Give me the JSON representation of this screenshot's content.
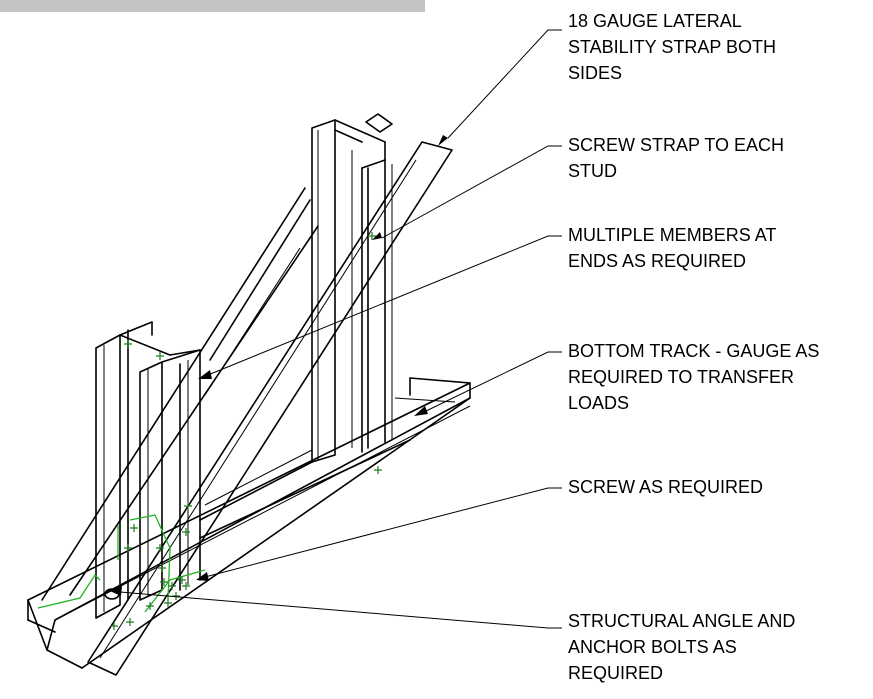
{
  "callouts": [
    {
      "lines": [
        "18 GAUGE LATERAL",
        "STABILITY STRAP BOTH",
        "SIDES"
      ]
    },
    {
      "lines": [
        "SCREW STRAP TO EACH",
        "STUD"
      ]
    },
    {
      "lines": [
        "MULTIPLE MEMBERS AT",
        "ENDS AS REQUIRED"
      ]
    },
    {
      "lines": [
        "BOTTOM TRACK - GAUGE AS",
        "REQUIRED TO TRANSFER",
        "LOADS"
      ]
    },
    {
      "lines": [
        "SCREW AS REQUIRED"
      ]
    },
    {
      "lines": [
        "STRUCTURAL ANGLE AND",
        "ANCHOR BOLTS AS",
        "REQUIRED"
      ]
    }
  ],
  "colors": {
    "line": "#000000",
    "angle_outline": "#22b322",
    "screw_mark": "#1f7a1f",
    "header_bar": "#c3c3c3"
  }
}
